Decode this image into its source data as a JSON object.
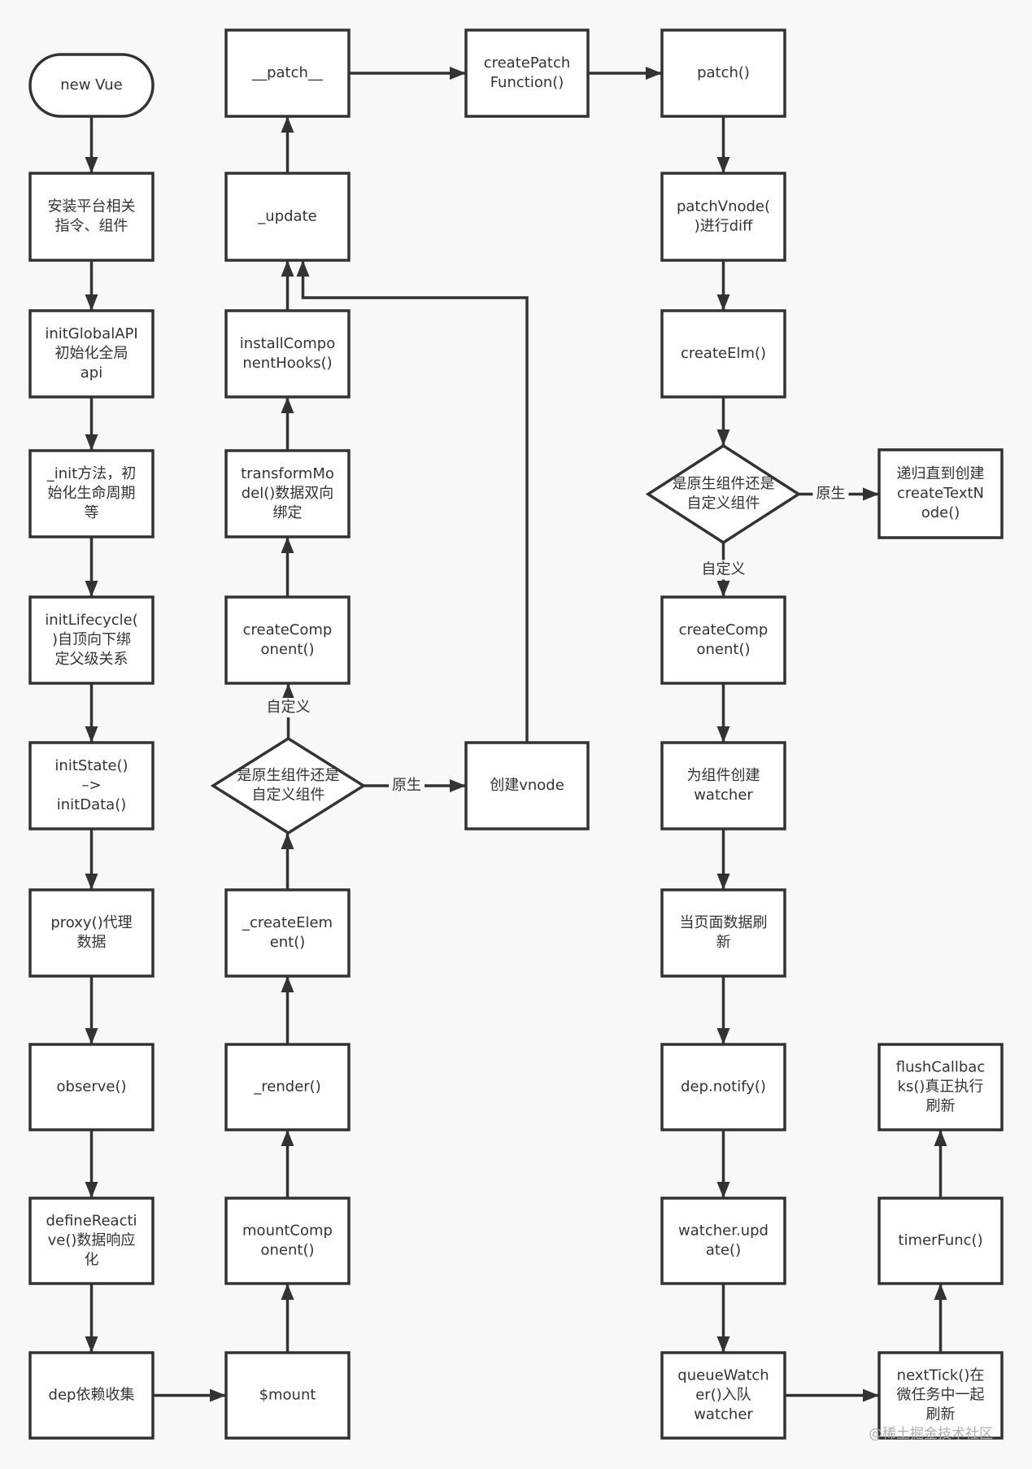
{
  "title": "Vue 源码执行流程",
  "nodes": [
    {
      "id": "new-vue",
      "shape": "terminal",
      "lines": [
        "new Vue"
      ]
    },
    {
      "id": "install-platform",
      "shape": "process",
      "lines": [
        "安装平台相关",
        "指令、组件"
      ]
    },
    {
      "id": "init-global-api",
      "shape": "process",
      "lines": [
        "initGlobalAPI",
        "初始化全局",
        "api"
      ]
    },
    {
      "id": "init-method",
      "shape": "process",
      "lines": [
        "_init方法，初",
        "始化生命周期",
        "等"
      ]
    },
    {
      "id": "init-lifecycle",
      "shape": "process",
      "lines": [
        "initLifecycle(",
        ")自顶向下绑",
        "定父级关系"
      ]
    },
    {
      "id": "init-state",
      "shape": "process",
      "lines": [
        "initState()",
        "–>",
        "initData()"
      ]
    },
    {
      "id": "proxy",
      "shape": "process",
      "lines": [
        "proxy()代理",
        "数据"
      ]
    },
    {
      "id": "observe",
      "shape": "process",
      "lines": [
        "observe()"
      ]
    },
    {
      "id": "define-reactive",
      "shape": "process",
      "lines": [
        "defineReacti",
        "ve()数据响应",
        "化"
      ]
    },
    {
      "id": "dep-collect",
      "shape": "process",
      "lines": [
        "dep依赖收集"
      ]
    },
    {
      "id": "mount",
      "shape": "process",
      "lines": [
        "$mount"
      ]
    },
    {
      "id": "mount-component",
      "shape": "process",
      "lines": [
        "mountComp",
        "onent()"
      ]
    },
    {
      "id": "render",
      "shape": "process",
      "lines": [
        "_render()"
      ]
    },
    {
      "id": "create-element",
      "shape": "process",
      "lines": [
        "_createElem",
        "ent()"
      ]
    },
    {
      "id": "decision-left",
      "shape": "decision",
      "lines": [
        "是原生组件还是",
        "自定义组件"
      ]
    },
    {
      "id": "create-component-left",
      "shape": "process",
      "lines": [
        "createComp",
        "onent()"
      ]
    },
    {
      "id": "transform-model",
      "shape": "process",
      "lines": [
        "transformMo",
        "del()数据双向",
        "绑定"
      ]
    },
    {
      "id": "install-hooks",
      "shape": "process",
      "lines": [
        "installCompo",
        "nentHooks()"
      ]
    },
    {
      "id": "update",
      "shape": "process",
      "lines": [
        "_update"
      ]
    },
    {
      "id": "patch-internal",
      "shape": "process",
      "lines": [
        "__patch__"
      ]
    },
    {
      "id": "create-vnode",
      "shape": "process",
      "lines": [
        "创建vnode"
      ]
    },
    {
      "id": "create-patch-function",
      "shape": "process",
      "lines": [
        "createPatch",
        "Function()"
      ]
    },
    {
      "id": "patch",
      "shape": "process",
      "lines": [
        "patch()"
      ]
    },
    {
      "id": "patch-vnode",
      "shape": "process",
      "lines": [
        "patchVnode(",
        ")进行diff"
      ]
    },
    {
      "id": "create-elm",
      "shape": "process",
      "lines": [
        "createElm()"
      ]
    },
    {
      "id": "decision-right",
      "shape": "decision",
      "lines": [
        "是原生组件还是",
        "自定义组件"
      ]
    },
    {
      "id": "create-text-node",
      "shape": "process",
      "lines": [
        "递归直到创建",
        "createTextN",
        "ode()"
      ]
    },
    {
      "id": "create-component-right",
      "shape": "process",
      "lines": [
        "createComp",
        "onent()"
      ]
    },
    {
      "id": "create-watcher",
      "shape": "process",
      "lines": [
        "为组件创建",
        "watcher"
      ]
    },
    {
      "id": "page-data-refresh",
      "shape": "process",
      "lines": [
        "当页面数据刷",
        "新"
      ]
    },
    {
      "id": "dep-notify",
      "shape": "process",
      "lines": [
        "dep.notify()"
      ]
    },
    {
      "id": "watcher-update",
      "shape": "process",
      "lines": [
        "watcher.upd",
        "ate()"
      ]
    },
    {
      "id": "queue-watcher",
      "shape": "process",
      "lines": [
        "queueWatch",
        "er()入队",
        "watcher"
      ]
    },
    {
      "id": "next-tick",
      "shape": "process",
      "lines": [
        "nextTick()在",
        "微任务中一起",
        "刷新"
      ]
    },
    {
      "id": "timer-func",
      "shape": "process",
      "lines": [
        "timerFunc()"
      ]
    },
    {
      "id": "flush-callbacks",
      "shape": "process",
      "lines": [
        "flushCallbac",
        "ks()真正执行",
        "刷新"
      ]
    }
  ],
  "edges": [
    {
      "from": "new-vue",
      "to": "install-platform",
      "label": ""
    },
    {
      "from": "install-platform",
      "to": "init-global-api",
      "label": ""
    },
    {
      "from": "init-global-api",
      "to": "init-method",
      "label": ""
    },
    {
      "from": "init-method",
      "to": "init-lifecycle",
      "label": ""
    },
    {
      "from": "init-lifecycle",
      "to": "init-state",
      "label": ""
    },
    {
      "from": "init-state",
      "to": "proxy",
      "label": ""
    },
    {
      "from": "proxy",
      "to": "observe",
      "label": ""
    },
    {
      "from": "observe",
      "to": "define-reactive",
      "label": ""
    },
    {
      "from": "define-reactive",
      "to": "dep-collect",
      "label": ""
    },
    {
      "from": "dep-collect",
      "to": "mount",
      "label": ""
    },
    {
      "from": "mount",
      "to": "mount-component",
      "label": ""
    },
    {
      "from": "mount-component",
      "to": "render",
      "label": ""
    },
    {
      "from": "render",
      "to": "create-element",
      "label": ""
    },
    {
      "from": "create-element",
      "to": "decision-left",
      "label": ""
    },
    {
      "from": "decision-left",
      "to": "create-component-left",
      "label": "自定义"
    },
    {
      "from": "decision-left",
      "to": "create-vnode",
      "label": "原生"
    },
    {
      "from": "create-component-left",
      "to": "transform-model",
      "label": ""
    },
    {
      "from": "transform-model",
      "to": "install-hooks",
      "label": ""
    },
    {
      "from": "install-hooks",
      "to": "update",
      "label": ""
    },
    {
      "from": "create-vnode",
      "to": "update",
      "label": ""
    },
    {
      "from": "update",
      "to": "patch-internal",
      "label": ""
    },
    {
      "from": "patch-internal",
      "to": "create-patch-function",
      "label": ""
    },
    {
      "from": "create-patch-function",
      "to": "patch",
      "label": ""
    },
    {
      "from": "patch",
      "to": "patch-vnode",
      "label": ""
    },
    {
      "from": "patch-vnode",
      "to": "create-elm",
      "label": ""
    },
    {
      "from": "create-elm",
      "to": "decision-right",
      "label": ""
    },
    {
      "from": "decision-right",
      "to": "create-text-node",
      "label": "原生"
    },
    {
      "from": "decision-right",
      "to": "create-component-right",
      "label": "自定义"
    },
    {
      "from": "create-component-right",
      "to": "create-watcher",
      "label": ""
    },
    {
      "from": "create-watcher",
      "to": "page-data-refresh",
      "label": ""
    },
    {
      "from": "page-data-refresh",
      "to": "dep-notify",
      "label": ""
    },
    {
      "from": "dep-notify",
      "to": "watcher-update",
      "label": ""
    },
    {
      "from": "watcher-update",
      "to": "queue-watcher",
      "label": ""
    },
    {
      "from": "queue-watcher",
      "to": "next-tick",
      "label": ""
    },
    {
      "from": "next-tick",
      "to": "timer-func",
      "label": ""
    },
    {
      "from": "timer-func",
      "to": "flush-callbacks",
      "label": ""
    }
  ],
  "watermark": "@稀土掘金技术社区"
}
